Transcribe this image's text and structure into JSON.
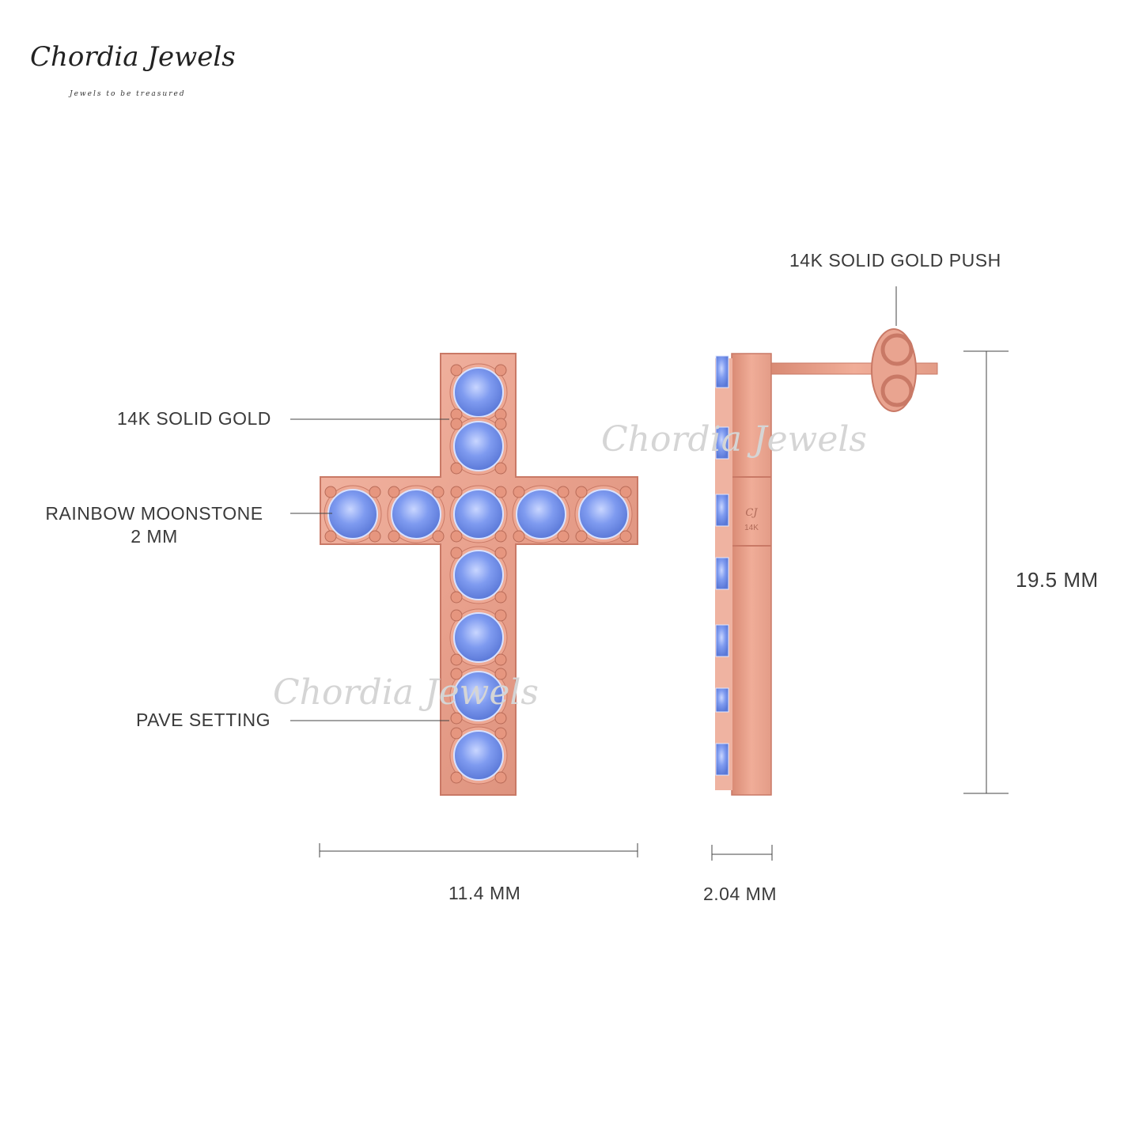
{
  "brand": {
    "name": "Chordia Jewels",
    "tagline": "Jewels to be treasured",
    "watermark": "Chordia Jewels"
  },
  "labels": {
    "gold": "14K SOLID GOLD",
    "stone_line1": "RAINBOW MOONSTONE",
    "stone_line2": "2 MM",
    "setting": "PAVE SETTING",
    "push": "14K SOLID GOLD PUSH"
  },
  "dimensions": {
    "height": "19.5 MM",
    "width": "11.4 MM",
    "depth": "2.04 MM"
  },
  "stamp": {
    "logo": "CJ",
    "karat": "14K"
  },
  "colors": {
    "metal": "#e8a08c",
    "metal_dark": "#c97966",
    "stone": "#7a97e8",
    "text": "#3a3a3a"
  }
}
